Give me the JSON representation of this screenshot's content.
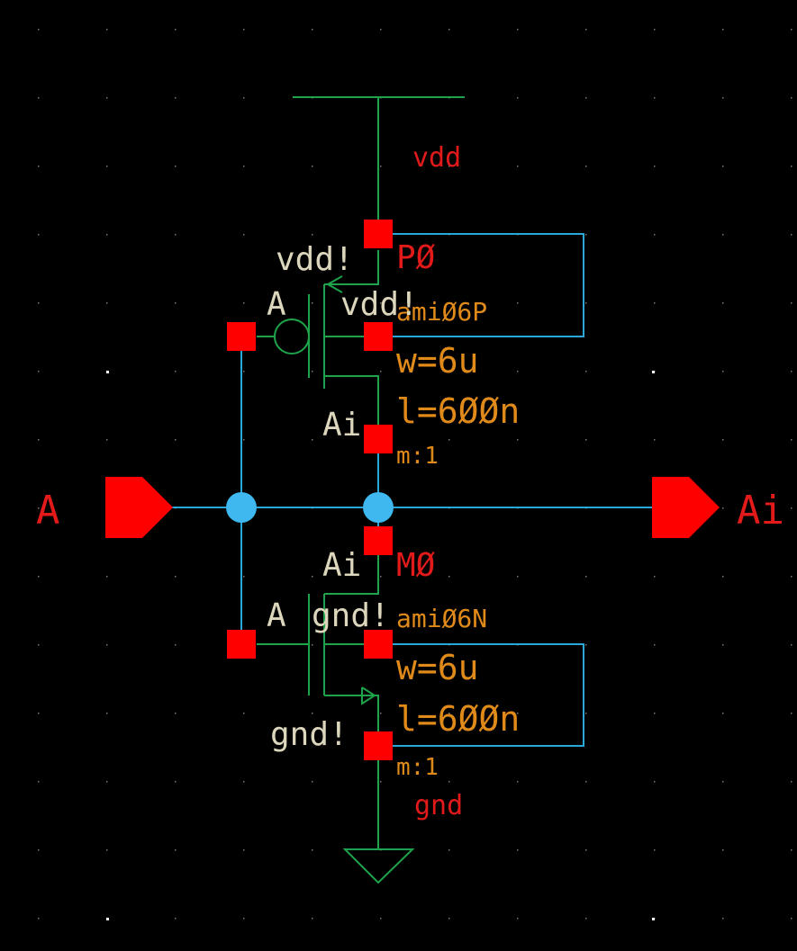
{
  "colors": {
    "background": "#000000",
    "grid_dot": "#7a7a7a",
    "grid_dot_major": "#ffffff",
    "wire": "#2aa9d8",
    "device_green": "#1fa34a",
    "pin_red": "#ff0000",
    "net_label_red": "#e21a1a",
    "instance_orange": "#e08a1a",
    "label_beige": "#dcd6bc",
    "junction": "#3fb8f0"
  },
  "labels": {
    "supply_net": "vdd",
    "ground_net": "gnd",
    "input_pin": "A",
    "output_pin": "Ai",
    "pmos": {
      "instance": "PØ",
      "model": "amiØ6P",
      "width": "w=6u",
      "length": "l=6ØØn",
      "multiplier": "m:1",
      "supply_term": "vdd!",
      "bulk_term": "vdd!",
      "gate_term": "A",
      "drain_term": "Ai"
    },
    "nmos": {
      "instance": "MØ",
      "model": "amiØ6N",
      "width": "w=6u",
      "length": "l=6ØØn",
      "multiplier": "m:1",
      "ground_term": "gnd!",
      "bulk_term": "gnd!",
      "gate_term": "A",
      "drain_term": "Ai"
    }
  },
  "icons": {
    "supply": "vdd-bar-symbol",
    "ground": "ground-triangle-symbol",
    "input_pin": "input-pin-arrow",
    "output_pin": "output-pin-arrow"
  }
}
